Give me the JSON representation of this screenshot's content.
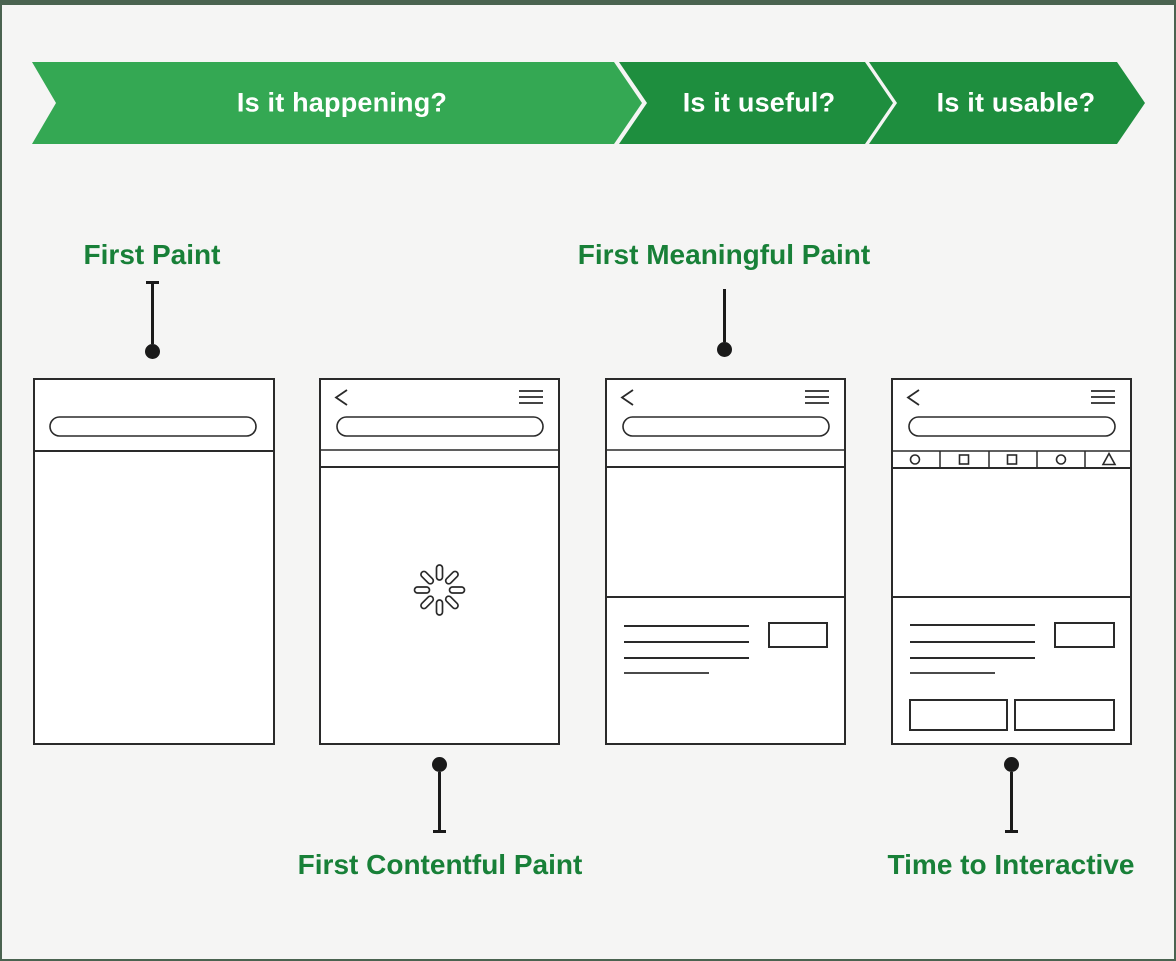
{
  "banner": {
    "steps": [
      {
        "label": "Is it happening?"
      },
      {
        "label": "Is it useful?"
      },
      {
        "label": "Is it usable?"
      }
    ]
  },
  "metrics": {
    "first_paint": {
      "label": "First Paint"
    },
    "first_meaningful_paint": {
      "label": "First Meaningful Paint"
    },
    "first_contentful_paint": {
      "label": "First Contentful Paint"
    },
    "time_to_interactive": {
      "label": "Time to Interactive"
    }
  },
  "colors": {
    "step1_fill": "#34a853",
    "step2_fill": "#1e8e3e",
    "step3_fill": "#1e8e3e",
    "label_green": "#188038",
    "background": "#f5f5f4",
    "frame_border": "#4a6350",
    "ink": "#2a2a2a"
  }
}
